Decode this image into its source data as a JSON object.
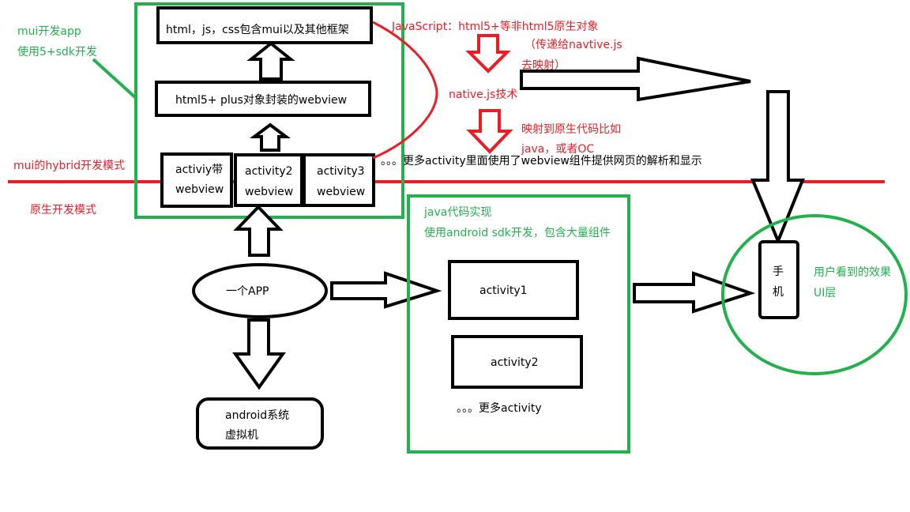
{
  "colors": {
    "green": "#22b14c",
    "red": "#ed1c24",
    "black": "#000000"
  },
  "hybrid_box": {
    "top_label": "html，js，css包含mui以及其他框架",
    "middle_label": "html5+ plus对象封装的webview",
    "activities": [
      {
        "line1": "activiy带",
        "line2": "webview"
      },
      {
        "line1": "activity2",
        "line2": "webview"
      },
      {
        "line1": "activity3",
        "line2": "webview"
      }
    ]
  },
  "more_activity_note": "。。。更多activity里面使用了webview组件提供网页的解析和显示",
  "green_note": {
    "line1": "mui开发app",
    "line2": "使用5+sdk开发"
  },
  "divider": {
    "above": "mui的hybrid开发模式",
    "below": "原生开发模式"
  },
  "js_note": {
    "line1": "JavaScript：html5+等非html5原生对象",
    "line2": "（传递给navtive.js",
    "line3": "去映射）"
  },
  "native_js": "native.js技术",
  "map_note": {
    "line1": "映射到原生代码比如",
    "line2": "java，或者OC"
  },
  "app": "一个APP",
  "android_vm": {
    "line1": "android系统",
    "line2": "虚拟机"
  },
  "native_box": {
    "line1": "java代码实现",
    "line2": "使用android sdk开发，包含大量组件",
    "activity1": "activity1",
    "activity2": "activity2",
    "more": "。。。更多activity"
  },
  "phone": {
    "char1": "手",
    "char2": "机"
  },
  "ui_note": {
    "line1": "用户看到的效果",
    "line2": "UI层"
  }
}
